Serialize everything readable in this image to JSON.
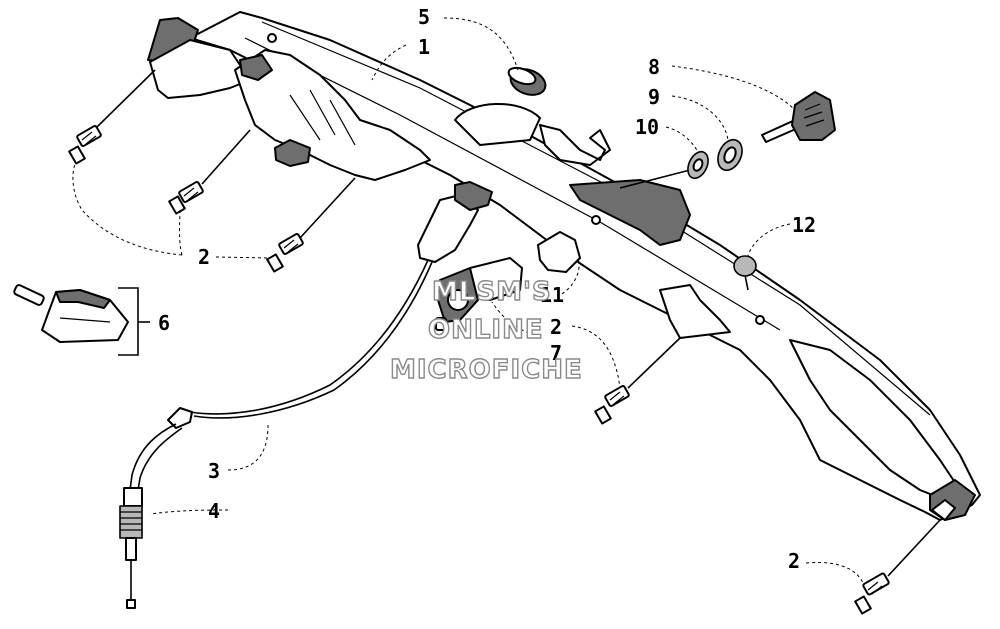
{
  "watermark": {
    "line1": "MLSM'S",
    "line2": "ONLINE",
    "line3": "MICROFICHE"
  },
  "callouts": {
    "c1": "1",
    "c2a": "2",
    "c2b": "2",
    "c2c": "2",
    "c3": "3",
    "c4": "4",
    "c5": "5",
    "c6": "6",
    "c7": "7",
    "c8": "8",
    "c9": "9",
    "c10": "10",
    "c11": "11",
    "c12": "12"
  }
}
